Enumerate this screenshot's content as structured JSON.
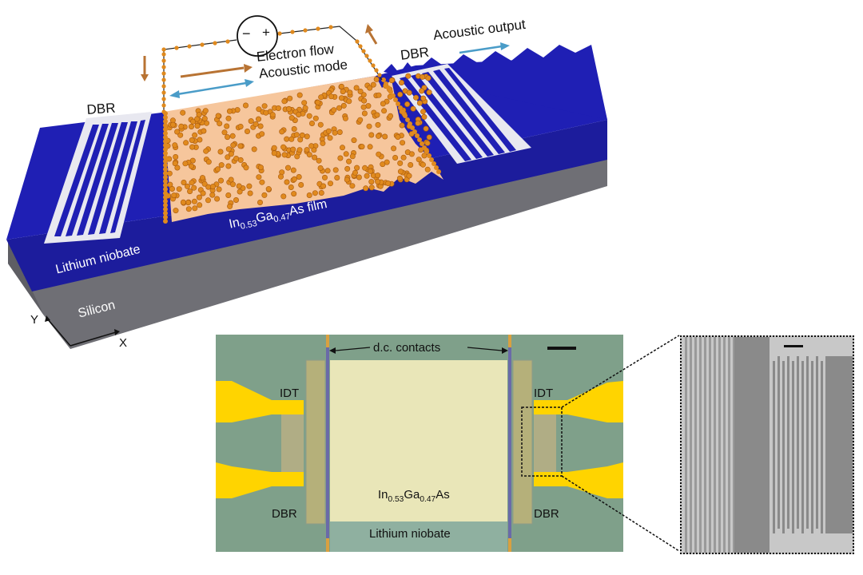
{
  "figure": {
    "schematic": {
      "labels": {
        "dbr_left": "DBR",
        "dbr_right": "DBR",
        "acoustic_output": "Acoustic output",
        "electron_flow": "Electron flow",
        "acoustic_mode": "Acoustic mode",
        "film": {
          "pre": "In",
          "sub1": "0.53",
          "mid": "Ga",
          "sub2": "0.47",
          "post": "As film"
        },
        "lithium_niobate": "Lithium niobate",
        "silicon": "Silicon",
        "axis_x": "X",
        "axis_y": "Y",
        "source_minus": "−",
        "source_plus": "+"
      },
      "colors": {
        "lithium_niobate": "#1a1aa6",
        "silicon": "#7a7a80",
        "film": "#f7c9a0",
        "electron": "#e08a1e",
        "electron_flow_arrow": "#b87333",
        "acoustic_arrow": "#4a9cc8",
        "dbr_stripe": "#e6e6ee"
      }
    },
    "micrograph": {
      "labels": {
        "dc_contacts": "d.c. contacts",
        "idt_left": "IDT",
        "idt_right": "IDT",
        "dbr_left": "DBR",
        "dbr_right": "DBR",
        "film": {
          "pre": "In",
          "sub1": "0.53",
          "mid": "Ga",
          "sub2": "0.47",
          "post": "As"
        },
        "substrate": "Lithium niobate"
      },
      "colors": {
        "background": "#7fa08a",
        "film": "#e9e6b8",
        "gold": "#ffd400",
        "dbr_pad": "#b5b07a"
      }
    },
    "sem_inset": {
      "colors": {
        "light": "#c8c8c8",
        "dark": "#8a8a8a"
      }
    }
  }
}
